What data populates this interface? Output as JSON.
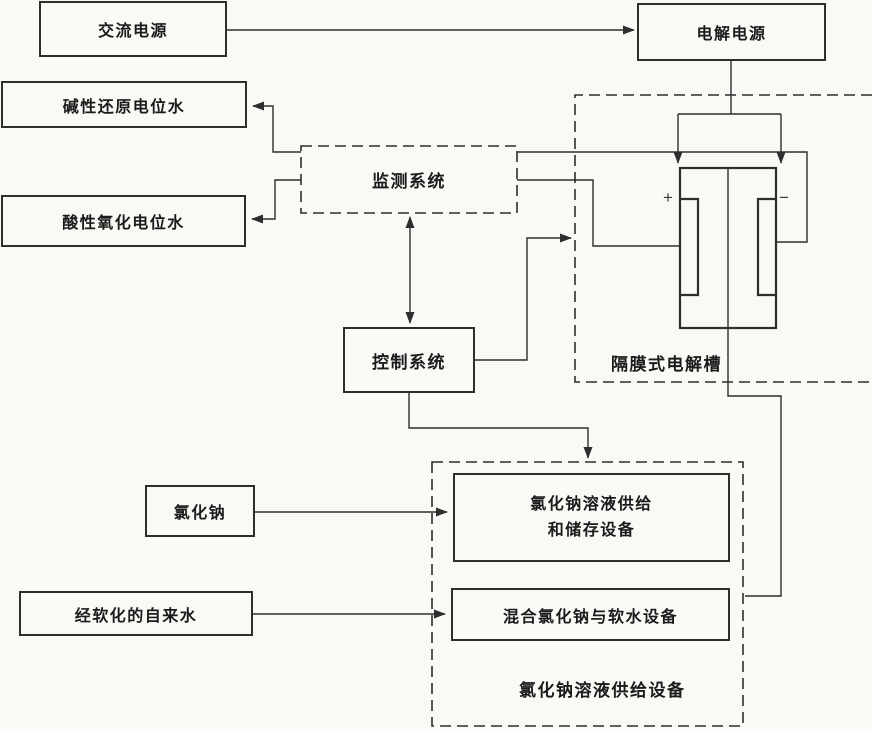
{
  "diagram": {
    "boxes": {
      "ac_power": "交流电源",
      "electrolysis_power": "电解电源",
      "alkaline_water": "碱性还原电位水",
      "acidic_water": "酸性氧化电位水",
      "monitoring_system": "监测系统",
      "control_system": "控制系统",
      "nacl": "氯化钠",
      "softened_water": "经软化的自来水",
      "supply_storage_line1": "氯化钠溶液供给",
      "supply_storage_line2": "和储存设备",
      "mixing": "混合氯化钠与软水设备"
    },
    "groups": {
      "electrolyzer": "隔膜式电解槽",
      "nacl_supply": "氯化钠溶液供给设备"
    },
    "electrode": {
      "anode_sign": "+",
      "cathode_sign": "−"
    },
    "colors": {
      "line": "#2e2e2e",
      "text": "#1b1b1b",
      "background": "#f9f9f6"
    }
  }
}
